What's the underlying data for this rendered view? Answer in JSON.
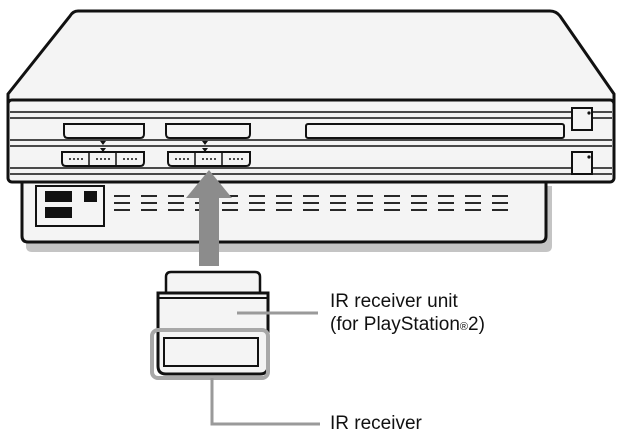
{
  "labels": {
    "receiver_unit_line1": "IR receiver unit",
    "receiver_unit_line2_prefix": "(for PlayStation",
    "registered_mark": "®",
    "receiver_unit_line2_suffix": "2)",
    "receiver": "IR receiver"
  },
  "colors": {
    "outline": "#111111",
    "console_fill": "#f2f2f2",
    "shadow": "#bdbdbd",
    "arrow": "#8c8c8c",
    "leader": "#9a9a9a",
    "highlight_box": "#a8a8a8"
  }
}
